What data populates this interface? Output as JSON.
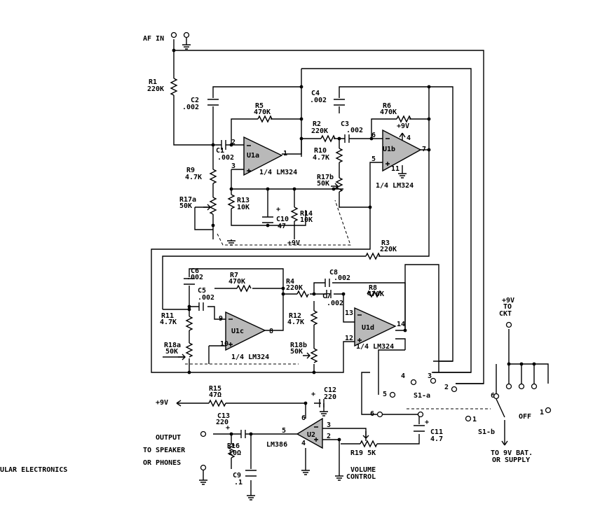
{
  "labels": {
    "af_in": "AF IN",
    "r1": "R1",
    "r1v": "220K",
    "c2": "C2",
    "c2v": ".002",
    "r5": "R5",
    "r5v": "470K",
    "c4": "C4",
    "c4v": ".002",
    "r6": "R6",
    "r6v": "470K",
    "p9v": "+9V",
    "r2": "R2",
    "r2v": "220K",
    "c3": "C3",
    "c3v": ".002",
    "c1": "C1",
    "c1v": ".002",
    "u1a": "U1a",
    "quarter_a": "1/4 LM324",
    "u1b": "U1b",
    "quarter_b": "1/4 LM324",
    "r10": "R10",
    "r10v": "4.7K",
    "r9": "R9",
    "r9v": "4.7K",
    "r17b": "R17b",
    "r17bv": "50K",
    "r17a": "R17a",
    "r17av": "50K",
    "r13": "R13",
    "r13v": "10K",
    "c10": "C10",
    "c10v": "47",
    "r14": "R14",
    "r14v": "10K",
    "p9v_b": "+9V",
    "r3": "R3",
    "r3v": "220K",
    "c6": "C6",
    "c6v": ".002",
    "r7": "R7",
    "r7v": "470K",
    "c8": "C8",
    "c8v": ".002",
    "c5": "C5",
    "c5v": ".002",
    "r4": "R4",
    "r4v": "220K",
    "r8": "R8",
    "r8v": "470K",
    "c7": "C7",
    "c7v": ".002",
    "r11": "R11",
    "r11v": "4.7K",
    "u1c": "U1c",
    "quarter_c": "1/4 LM324",
    "r12": "R12",
    "r12v": "4.7K",
    "u1d": "U1d",
    "quarter_d": "1/4 LM324",
    "r18a": "R18a",
    "r18av": "50K",
    "r18b": "R18b",
    "r18bv": "50K",
    "to_ckt_1": "+9V",
    "to_ckt_2": "TO",
    "to_ckt_3": "CKT",
    "s1a": "S1-a",
    "s1b": "S1-b",
    "off": "OFF",
    "p9v_out": "+9V",
    "r15": "R15",
    "r15v": "47Ω",
    "c12": "C12",
    "c12v": "220",
    "c13": "C13",
    "c13v": "220",
    "output1": "OUTPUT",
    "output2": "TO SPEAKER",
    "output3": "OR PHONES",
    "r16": "R16",
    "r16v": "10Ω",
    "c9": "C9",
    "c9v": ".1",
    "lm386": "LM386",
    "u2": "U2",
    "c11": "C11",
    "c11v": "4.7",
    "r19": "R19 5K",
    "volume1": "VOLUME",
    "volume2": "CONTROL",
    "bat1": "TO 9V BAT.",
    "bat2": "OR SUPPLY",
    "credit": "ULAR ELECTRONICS"
  },
  "pins": {
    "a2": "2",
    "a3": "3",
    "a1": "1",
    "b6": "6",
    "b5": "5",
    "b7": "7",
    "b4": "4",
    "b11": "11",
    "c9": "9",
    "c10": "10",
    "c8": "8",
    "d13": "13",
    "d12": "12",
    "d14": "14",
    "s4": "4",
    "s3": "3",
    "s5": "5",
    "s2": "2",
    "s6": "6",
    "sb6": "6",
    "sb1a": "1",
    "sb1b": "1",
    "u2_6": "6",
    "u2_3": "3",
    "u2_2": "2",
    "u2_5": "5",
    "u2_4": "4"
  }
}
